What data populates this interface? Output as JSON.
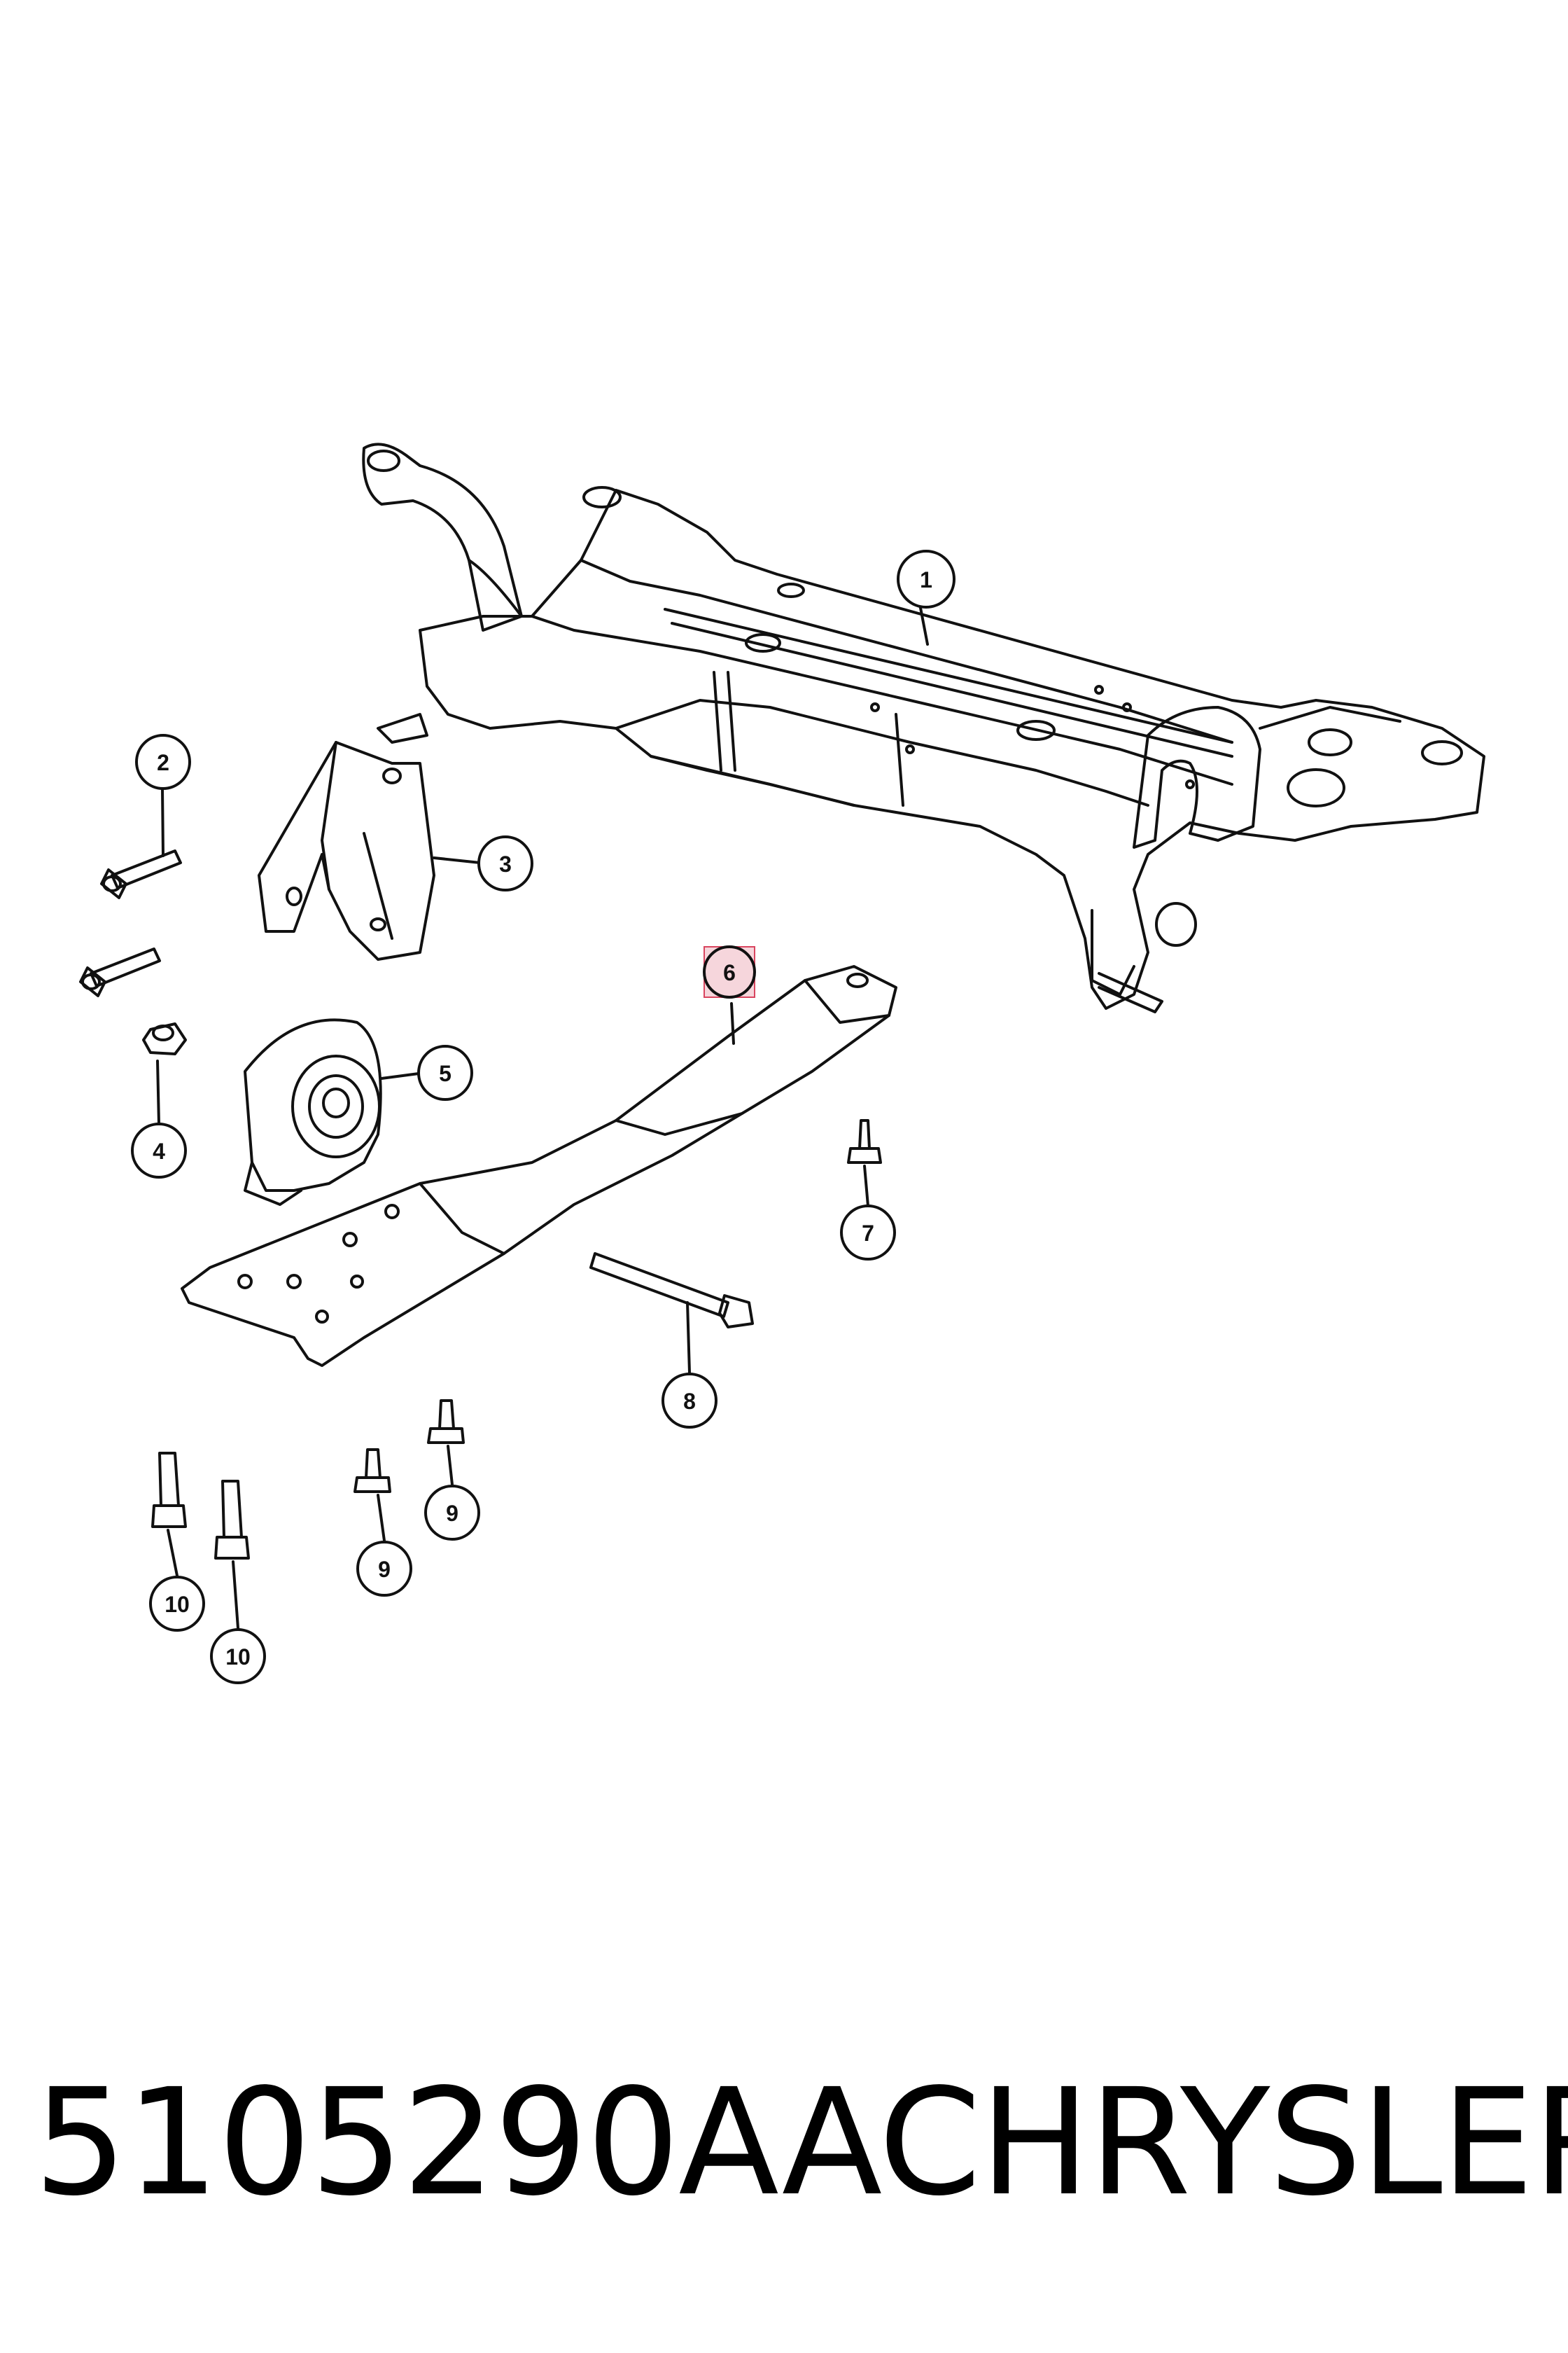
{
  "callouts": [
    {
      "id": "c1",
      "label": "1"
    },
    {
      "id": "c2",
      "label": "2"
    },
    {
      "id": "c3",
      "label": "3"
    },
    {
      "id": "c4",
      "label": "4"
    },
    {
      "id": "c5",
      "label": "5"
    },
    {
      "id": "c6",
      "label": "6",
      "highlighted": true
    },
    {
      "id": "c7",
      "label": "7"
    },
    {
      "id": "c8",
      "label": "8"
    },
    {
      "id": "c9a",
      "label": "9"
    },
    {
      "id": "c9b",
      "label": "9"
    },
    {
      "id": "c10a",
      "label": "10"
    },
    {
      "id": "c10b",
      "label": "10"
    }
  ],
  "footer": {
    "part_number": "5105290AA",
    "brand": "CHRYSLER"
  },
  "colors": {
    "line": "#111111",
    "highlight_fill": "#f6d6dc",
    "highlight_stroke": "#d9455f"
  }
}
